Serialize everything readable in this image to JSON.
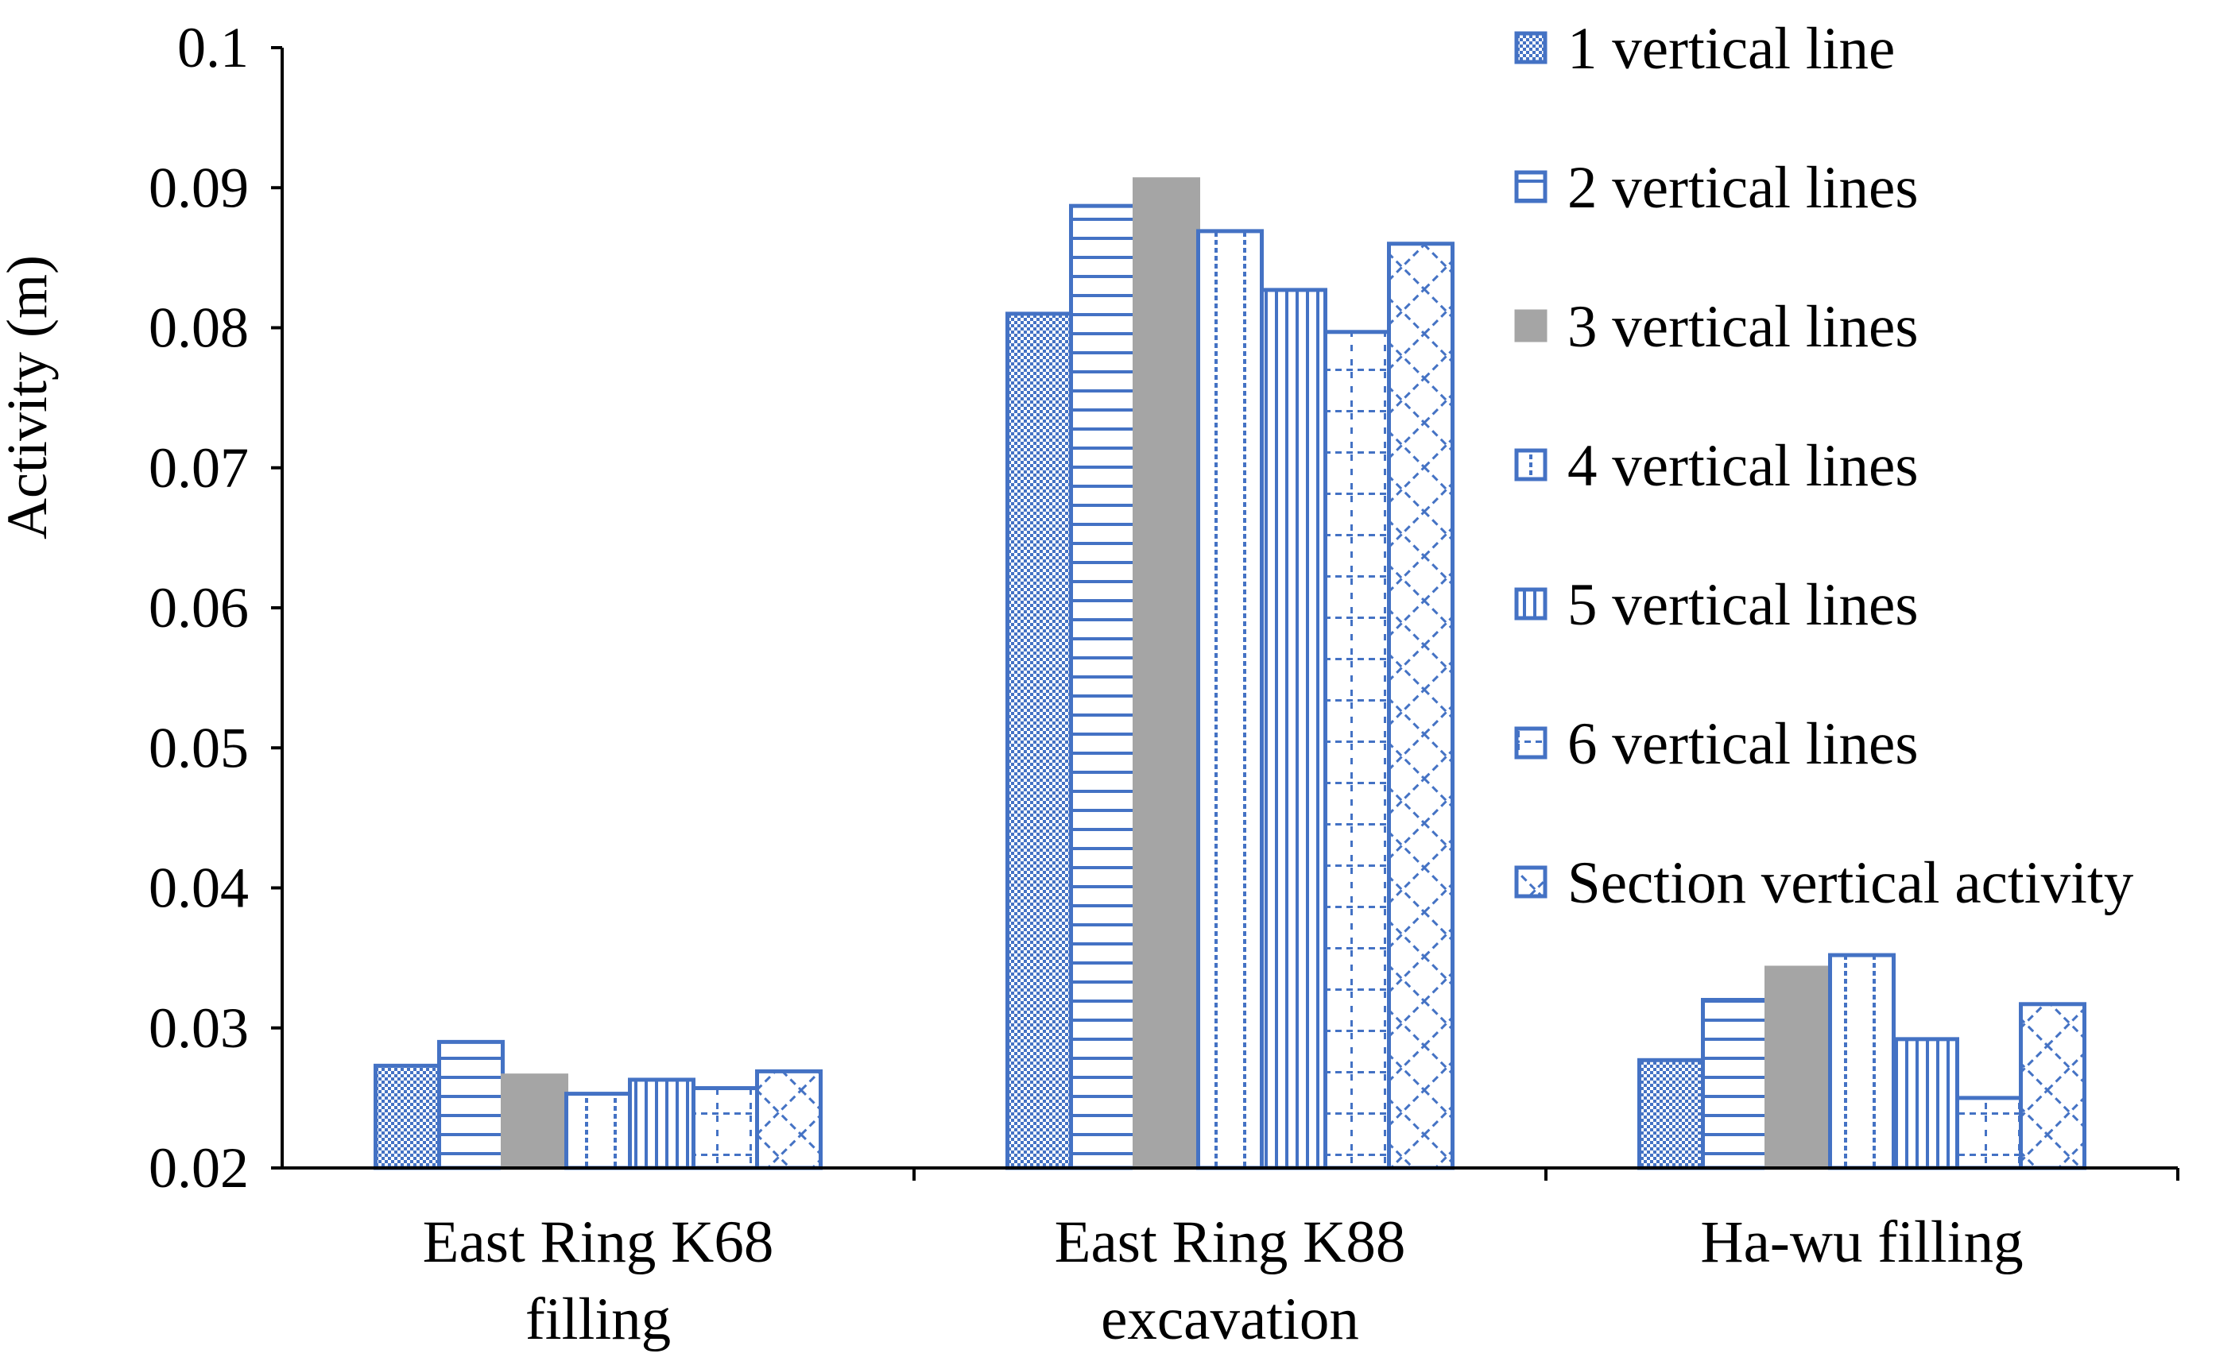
{
  "chart_data": {
    "type": "bar",
    "title": "",
    "xlabel": "",
    "ylabel": "Activity (m)",
    "ylim": [
      0.02,
      0.1
    ],
    "yticks": [
      "0.02",
      "0.03",
      "0.04",
      "0.05",
      "0.06",
      "0.07",
      "0.08",
      "0.09",
      "0.1"
    ],
    "grid": false,
    "legend_position": "right",
    "categories": [
      [
        "East Ring K68",
        "filling"
      ],
      [
        "East Ring K88",
        "excavation"
      ],
      [
        "Ha-wu filling"
      ]
    ],
    "series": [
      {
        "name": "1 vertical line",
        "pattern": "checker",
        "values": [
          0.0273,
          0.081,
          0.0277
        ]
      },
      {
        "name": "2 vertical lines",
        "pattern": "hlines",
        "values": [
          0.029,
          0.0887,
          0.032
        ]
      },
      {
        "name": "3 vertical lines",
        "pattern": "solid-gray",
        "values": [
          0.0266,
          0.0906,
          0.0343
        ]
      },
      {
        "name": "4 vertical lines",
        "pattern": "dotted",
        "values": [
          0.0253,
          0.0869,
          0.0352
        ]
      },
      {
        "name": "5 vertical lines",
        "pattern": "vlines",
        "values": [
          0.0263,
          0.0827,
          0.0292
        ]
      },
      {
        "name": "6 vertical lines",
        "pattern": "dashed-grid",
        "values": [
          0.0257,
          0.0797,
          0.025
        ]
      },
      {
        "name": "Section vertical activity",
        "pattern": "diamond",
        "values": [
          0.0269,
          0.086,
          0.0317
        ]
      }
    ],
    "colors": {
      "bar_outline": "#4472C4",
      "pattern": "#4472C4",
      "solid_fill": "#A5A5A5",
      "axis": "#000000"
    }
  }
}
